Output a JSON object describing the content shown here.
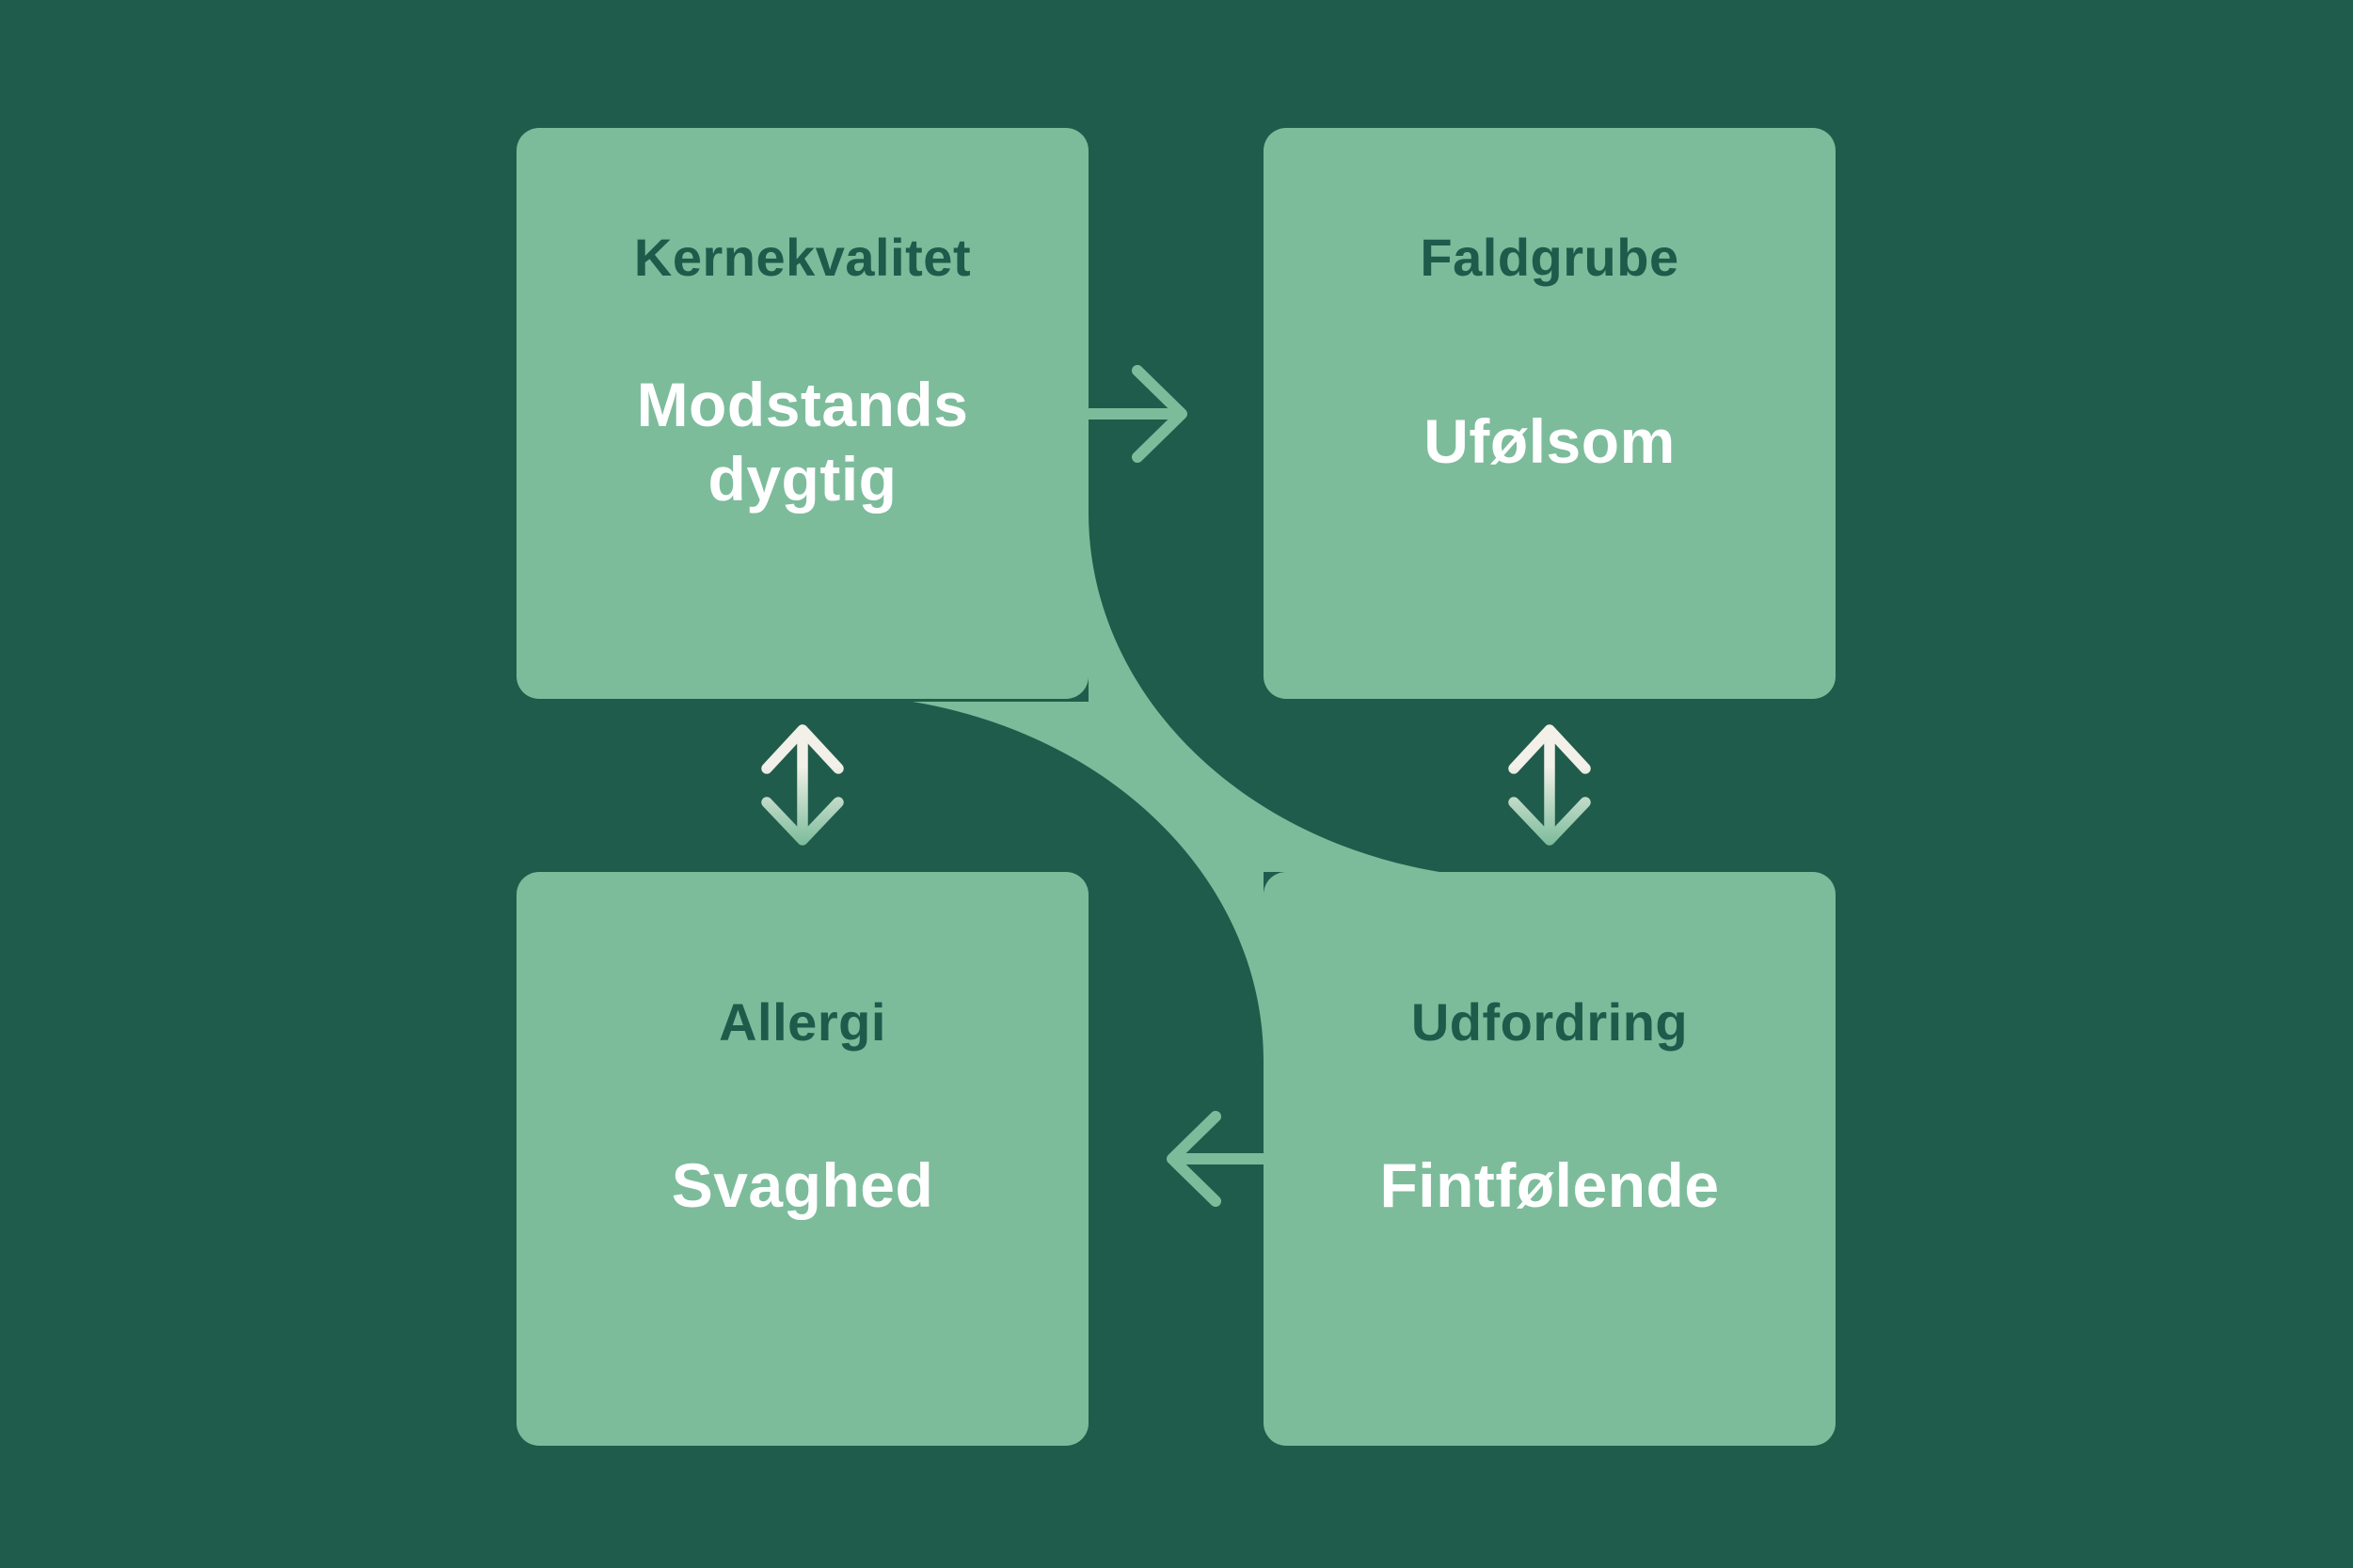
{
  "colors": {
    "background": "#205C4B",
    "box": "#7CBC9B",
    "title_text": "#1F5B4B",
    "value_text": "#FFFFFF",
    "arrow": "#7CBC9B",
    "double_arrow_top": "#F2F0E8",
    "double_arrow_bottom": "#7CBC9B"
  },
  "quadrants": {
    "top_left": {
      "label": "Kernekvalitet",
      "value_line1": "Modstands",
      "value_line2": "dygtig"
    },
    "top_right": {
      "label": "Faldgrube",
      "value": "Ufølsom"
    },
    "bottom_left": {
      "label": "Allergi",
      "value": "Svaghed"
    },
    "bottom_right": {
      "label": "Udfordring",
      "value": "Fintfølende"
    }
  },
  "icons": {
    "top_gap": "right-arrow",
    "bottom_gap": "left-arrow",
    "left_gap": "vertical-double-arrow",
    "right_gap": "vertical-double-arrow",
    "diagonal": "s-curve-connector-band"
  }
}
